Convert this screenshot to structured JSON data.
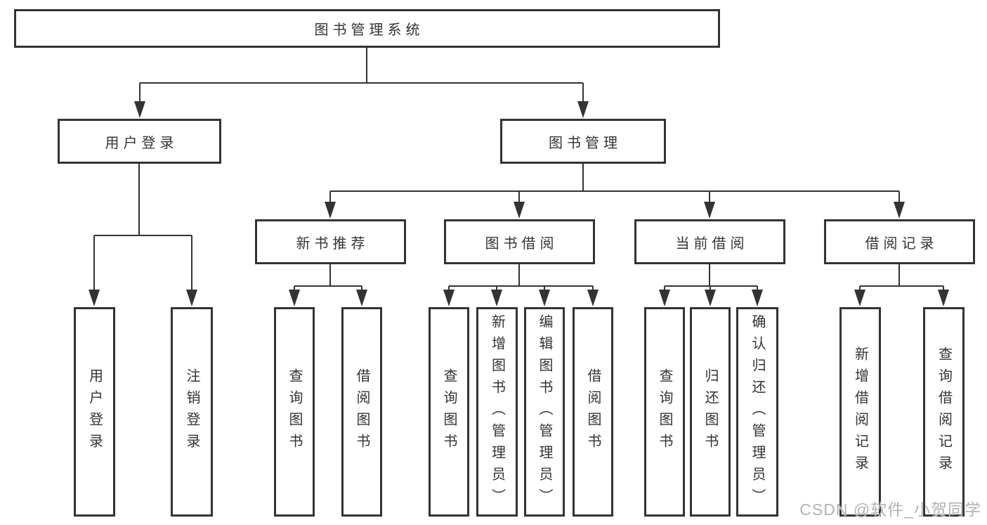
{
  "diagram": {
    "root": {
      "label": "图书管理系统"
    },
    "level2": [
      {
        "label": "用户登录",
        "children": [
          "用户登录",
          "注销登录"
        ]
      },
      {
        "label": "图书管理",
        "modules": [
          {
            "label": "新书推荐",
            "children": [
              "查询图书",
              "借阅图书"
            ]
          },
          {
            "label": "图书借阅",
            "children": [
              "查询图书",
              "新增图书（管理员）",
              "编辑图书（管理员）",
              "借阅图书"
            ]
          },
          {
            "label": "当前借阅",
            "children": [
              "查询图书",
              "归还图书",
              "确认归还（管理员）"
            ]
          },
          {
            "label": "借阅记录",
            "children": [
              "新增借阅记录",
              "查询借阅记录"
            ]
          }
        ]
      }
    ]
  },
  "watermark": "CSDN @软件_小贺同学",
  "colors": {
    "line": "#333333",
    "box_border": "#333333",
    "text": "#333333",
    "background": "#ffffff",
    "watermark": "#b3b3b3"
  }
}
